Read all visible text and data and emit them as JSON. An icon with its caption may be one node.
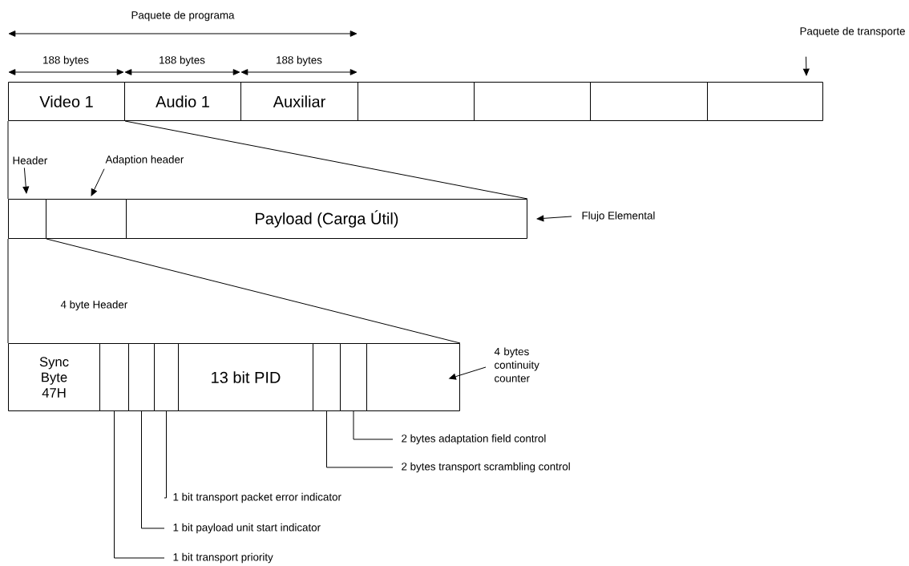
{
  "diagram": {
    "nodes": [
      {
        "text": [
          "Paquete de transporte"
        ]
      },
      {
        "text": [
          "Video 1"
        ]
      },
      {
        "text": [
          "Audio 1"
        ]
      },
      {
        "text": [
          "Auxiliar"
        ]
      },
      {
        "text": [],
        "shape": "box"
      },
      {
        "text": [],
        "shape": "box"
      },
      {
        "text": [],
        "shape": "box"
      },
      {
        "text": [],
        "shape": "box"
      },
      {
        "text": [
          "Header"
        ]
      },
      {
        "text": [
          "Adaption header"
        ]
      },
      {
        "text": [],
        "shape": "box"
      },
      {
        "text": [],
        "shape": "box"
      },
      {
        "text": [
          "Payload (Carga Útil)"
        ]
      },
      {
        "text": [
          "Flujo Elemental"
        ]
      },
      {
        "text": [
          "Sync Byte 47H"
        ]
      },
      {
        "text": [],
        "shape": "box"
      },
      {
        "text": [],
        "shape": "box"
      },
      {
        "text": [],
        "shape": "box"
      },
      {
        "text": [
          "13 bit PID"
        ]
      },
      {
        "text": [],
        "shape": "box"
      },
      {
        "text": [],
        "shape": "box"
      },
      {
        "text": [],
        "shape": "box"
      },
      {
        "text": [
          "4 bytes continuity counter"
        ]
      },
      {
        "text": [
          "2 bytes adaptation field control"
        ]
      },
      {
        "text": [
          "2 bytes transport scrambling control"
        ]
      },
      {
        "text": [
          "1 bit transport packet error indicator"
        ]
      },
      {
        "text": [
          "1 bit payload unit start indicator"
        ]
      },
      {
        "text": [
          "1 bit transport priority"
        ]
      }
    ],
    "edges": [
      {
        "from": 0,
        "to": 7,
        "arrow": "to"
      },
      {
        "from": 8,
        "to": 10,
        "arrow": "to"
      },
      {
        "from": 9,
        "to": 11,
        "arrow": "to"
      },
      {
        "from": 13,
        "to": 12,
        "arrow": "to"
      },
      {
        "from": 1,
        "to": 10,
        "arrow": "none"
      },
      {
        "from": 1,
        "to": 12,
        "arrow": "none"
      },
      {
        "from": 10,
        "to": 14,
        "arrow": "none"
      },
      {
        "from": 10,
        "to": 21,
        "arrow": "none"
      },
      {
        "from": 22,
        "to": 21,
        "arrow": "to"
      },
      {
        "from": 20,
        "to": 23,
        "arrow": "none"
      },
      {
        "from": 19,
        "to": 24,
        "arrow": "none"
      },
      {
        "from": 17,
        "to": 25,
        "arrow": "none"
      },
      {
        "from": 16,
        "to": 26,
        "arrow": "none"
      },
      {
        "from": 15,
        "to": 27,
        "arrow": "none"
      }
    ],
    "labels": [
      "Paquete de programa",
      "188 bytes",
      "188 bytes",
      "188 bytes",
      "4 byte Header"
    ]
  }
}
